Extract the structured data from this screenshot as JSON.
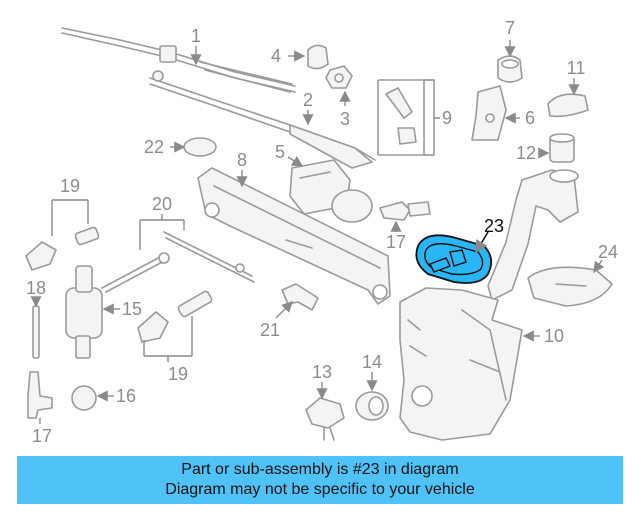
{
  "diagram": {
    "highlight_color": "#29b6f6",
    "caption_color": "#4fc3f7",
    "highlighted_part": "23",
    "callouts": [
      "1",
      "2",
      "3",
      "4",
      "5",
      "6",
      "7",
      "8",
      "9",
      "10",
      "11",
      "12",
      "13",
      "14",
      "15",
      "16",
      "17",
      "18",
      "19",
      "20",
      "21",
      "22",
      "23",
      "24"
    ],
    "callout_labels": {
      "c1": "1",
      "c2": "2",
      "c3": "3",
      "c4": "4",
      "c5": "5",
      "c6": "6",
      "c7": "7",
      "c8": "8",
      "c9": "9",
      "c10": "10",
      "c11": "11",
      "c12": "12",
      "c13": "13",
      "c14": "14",
      "c15": "15",
      "c16": "16",
      "c17a": "17",
      "c17b": "17",
      "c18": "18",
      "c19a": "19",
      "c19b": "19",
      "c20": "20",
      "c21": "21",
      "c22": "22",
      "c23": "23",
      "c24": "24"
    }
  },
  "caption": {
    "line1": "Part or sub-assembly is #23 in diagram",
    "line2": "Diagram may not be specific to your vehicle"
  }
}
